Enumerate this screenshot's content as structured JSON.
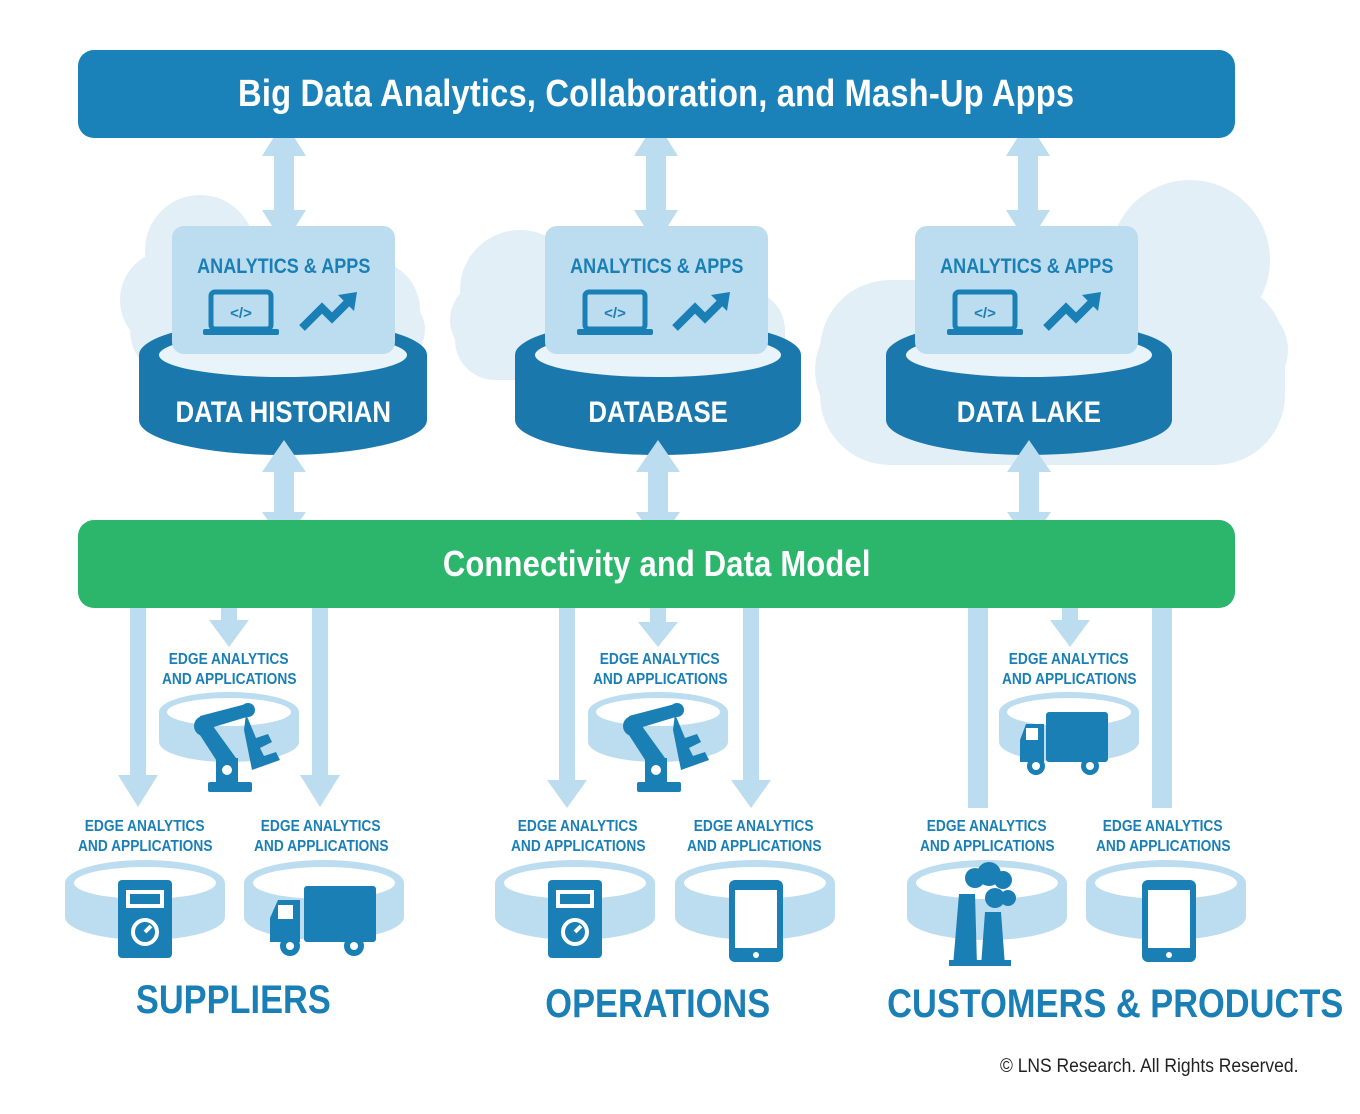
{
  "top_bar": {
    "label": "Big Data Analytics, Collaboration, and Mash-Up Apps"
  },
  "middle_bar": {
    "label": "Connectivity and Data Model"
  },
  "repositories": [
    {
      "apps_label": "ANALYTICS & APPS",
      "label": "DATA HISTORIAN",
      "icons": [
        "laptop-code-icon",
        "trend-up-icon"
      ]
    },
    {
      "apps_label": "ANALYTICS & APPS",
      "label": "DATABASE",
      "icons": [
        "laptop-code-icon",
        "trend-up-icon"
      ]
    },
    {
      "apps_label": "ANALYTICS & APPS",
      "label": "DATA LAKE",
      "icons": [
        "laptop-code-icon",
        "trend-up-icon"
      ]
    }
  ],
  "edge_label": [
    "EDGE ANALYTICS",
    "AND APPLICATIONS"
  ],
  "groups": [
    {
      "label": "SUPPLIERS",
      "top_node": {
        "line1": "EDGE ANALYTICS",
        "line2": "AND APPLICATIONS",
        "icon": "robot-arm-icon"
      },
      "bottom_nodes": [
        {
          "line1": "EDGE ANALYTICS",
          "line2": "AND APPLICATIONS",
          "icon": "meter-icon"
        },
        {
          "line1": "EDGE ANALYTICS",
          "line2": "AND APPLICATIONS",
          "icon": "truck-icon"
        }
      ]
    },
    {
      "label": "OPERATIONS",
      "top_node": {
        "line1": "EDGE ANALYTICS",
        "line2": "AND APPLICATIONS",
        "icon": "robot-arm-icon"
      },
      "bottom_nodes": [
        {
          "line1": "EDGE ANALYTICS",
          "line2": "AND APPLICATIONS",
          "icon": "meter-icon"
        },
        {
          "line1": "EDGE ANALYTICS",
          "line2": "AND APPLICATIONS",
          "icon": "tablet-icon"
        }
      ]
    },
    {
      "label": "CUSTOMERS & PRODUCTS",
      "top_node": {
        "line1": "EDGE ANALYTICS",
        "line2": "AND APPLICATIONS",
        "icon": "truck-icon"
      },
      "bottom_nodes": [
        {
          "line1": "EDGE ANALYTICS",
          "line2": "AND APPLICATIONS",
          "icon": "factory-icon"
        },
        {
          "line1": "EDGE ANALYTICS",
          "line2": "AND APPLICATIONS",
          "icon": "tablet-icon"
        }
      ]
    }
  ],
  "copyright": "© LNS Research. All Rights Reserved.",
  "colors": {
    "primary_blue": "#1a82b8",
    "dark_blue": "#1b78ad",
    "green": "#2cb66c",
    "light_blue": "#bcdcef",
    "cloud": "#e3eff7"
  }
}
